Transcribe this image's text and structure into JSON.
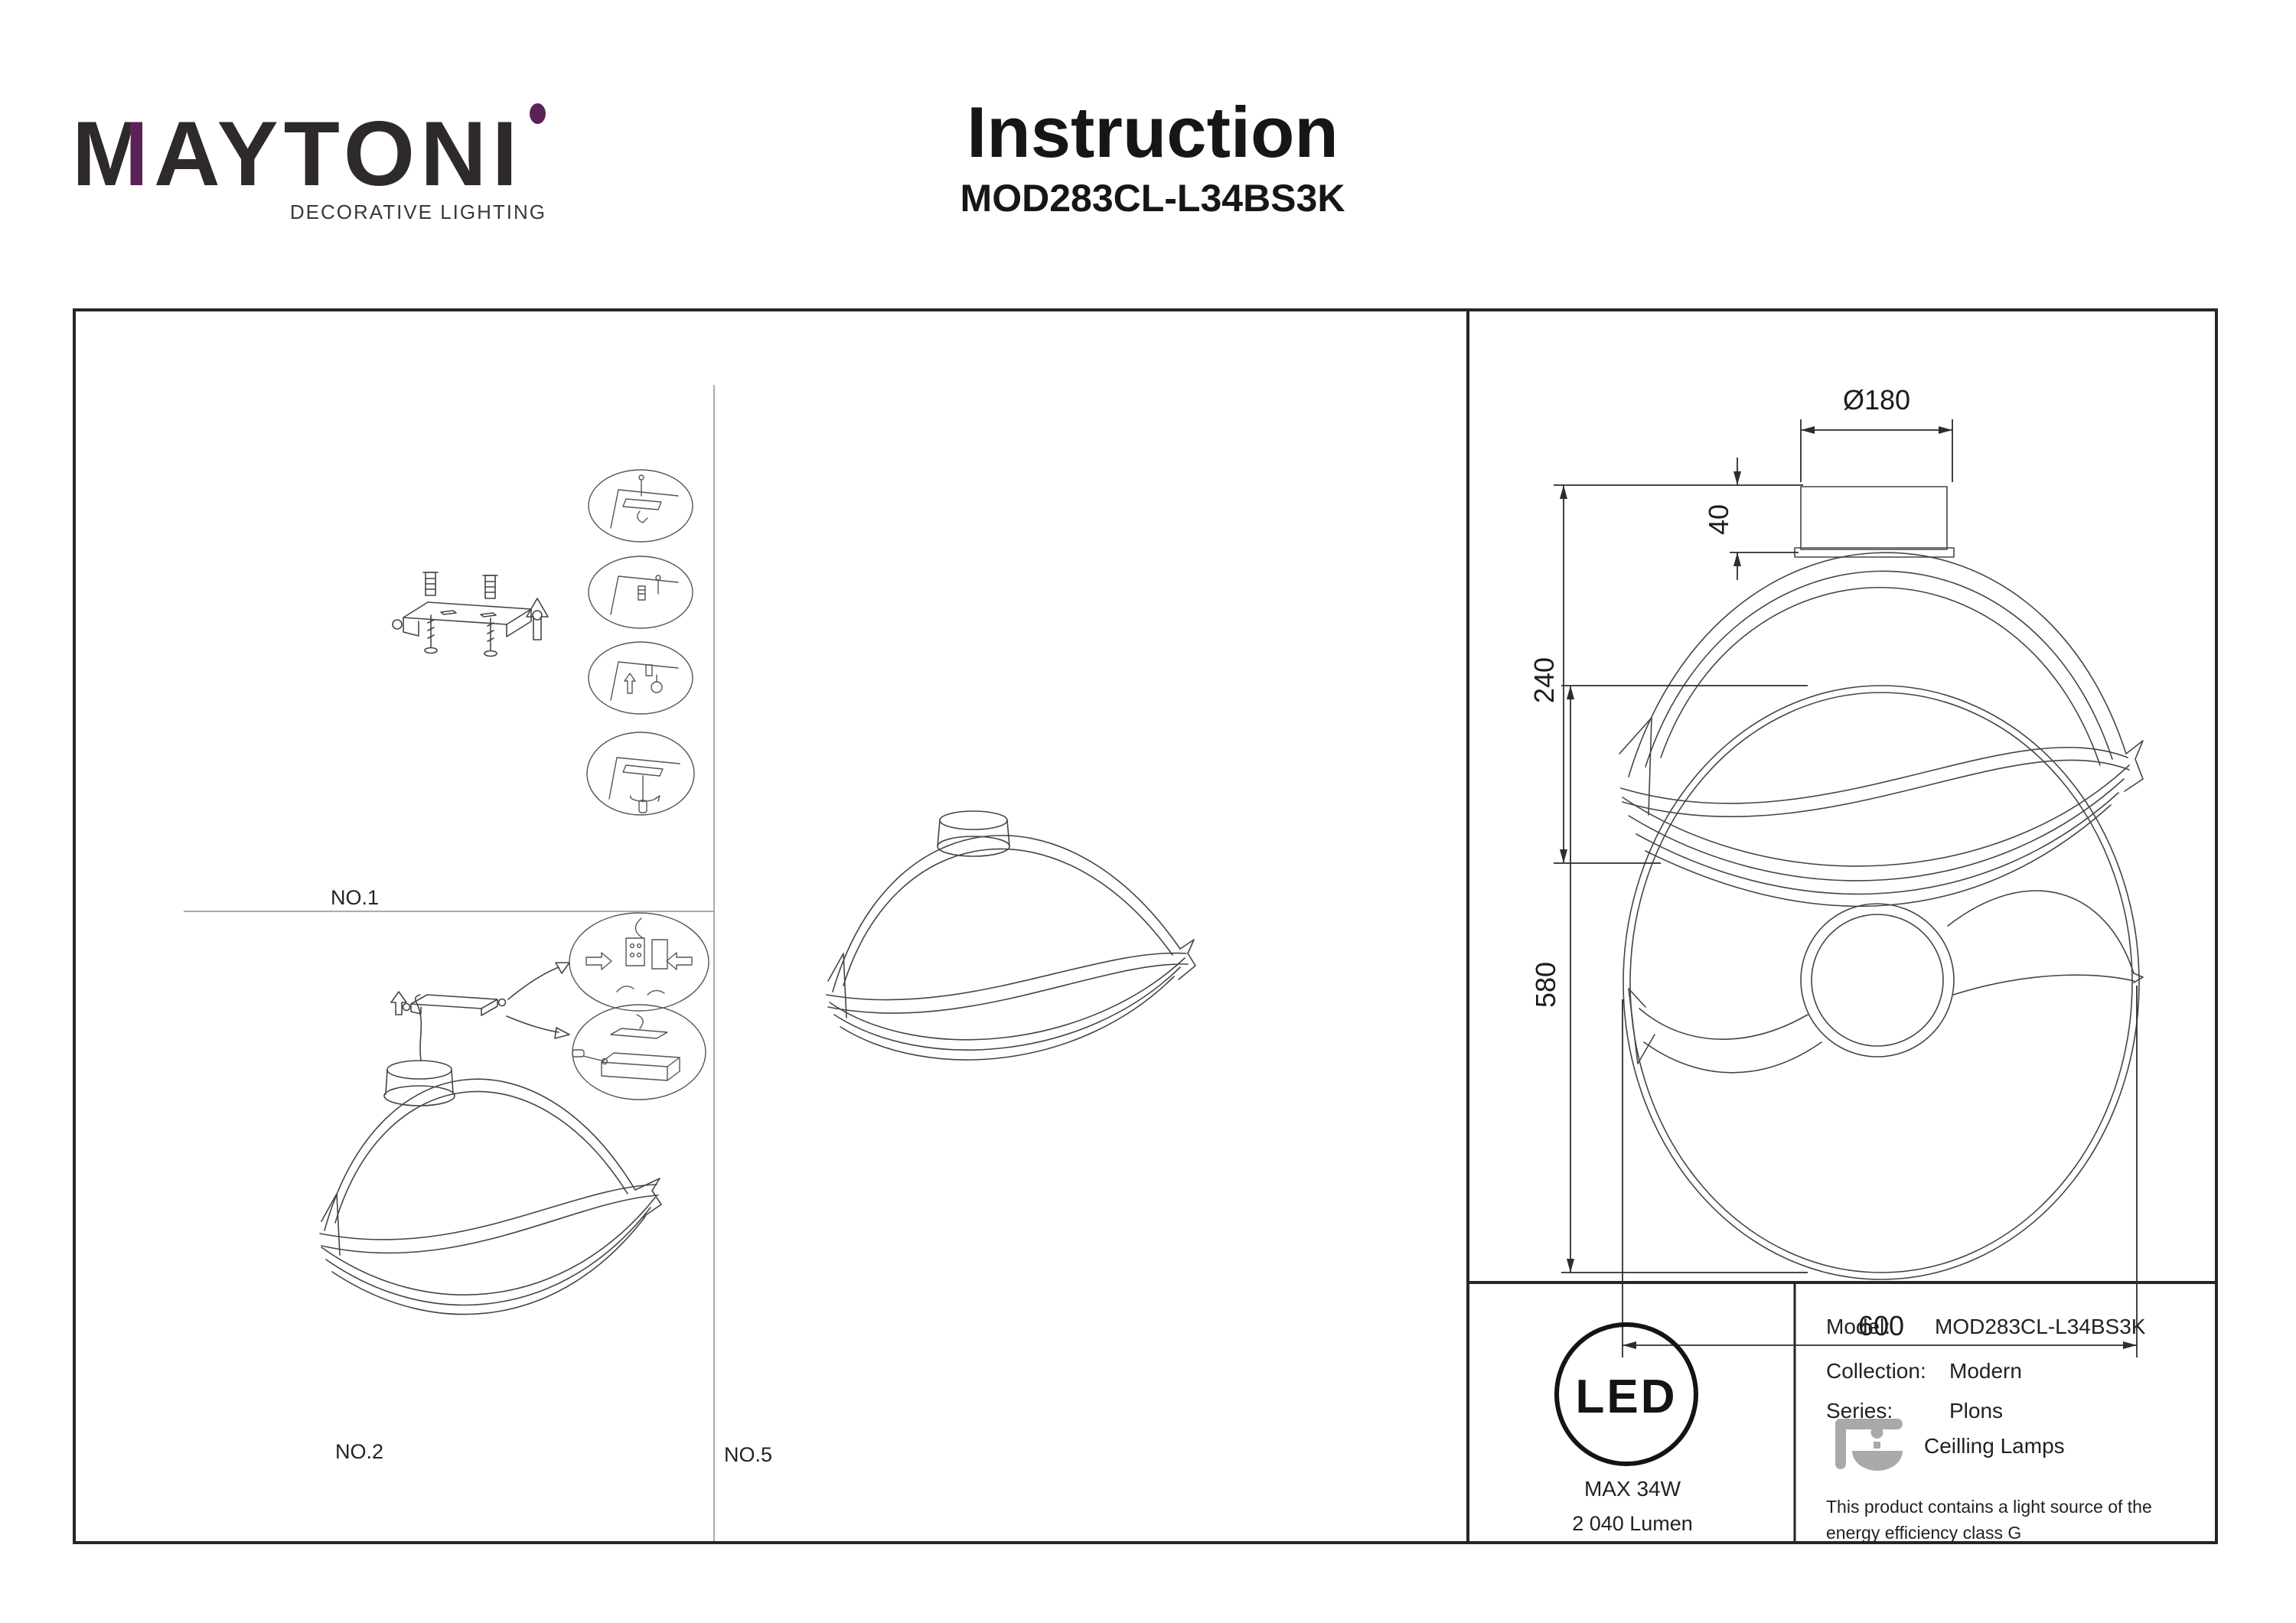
{
  "brand": {
    "word_m": "M",
    "word_mid": "AYTON",
    "word_i": "I",
    "tagline": "DECORATIVE LIGHTING"
  },
  "doc": {
    "title": "Instruction",
    "model_code": "MOD283CL-L34BS3K"
  },
  "steps": {
    "step1": "NO.1",
    "step2": "NO.2",
    "step3": "NO.5"
  },
  "dims": {
    "canopy_diameter": "Ø180",
    "canopy_height": "40",
    "total_height": "240",
    "body_height": "580",
    "body_width": "600"
  },
  "spec": {
    "led_badge": "LED",
    "max_power": "MAX 34W",
    "luminous_flux": "2 040 Lumen",
    "model_label": "Model:",
    "model_value": "MOD283CL-L34BS3K",
    "collection_label": "Collection:",
    "collection_value": "Modern",
    "series_label": "Series:",
    "series_value": "Plons",
    "category": "Ceilling Lamps",
    "note_line1": "This product contains a light source of the",
    "note_line2": "energy efficiency class G"
  },
  "colors": {
    "accent": "#5b2257",
    "ink": "#2e2a2c"
  }
}
